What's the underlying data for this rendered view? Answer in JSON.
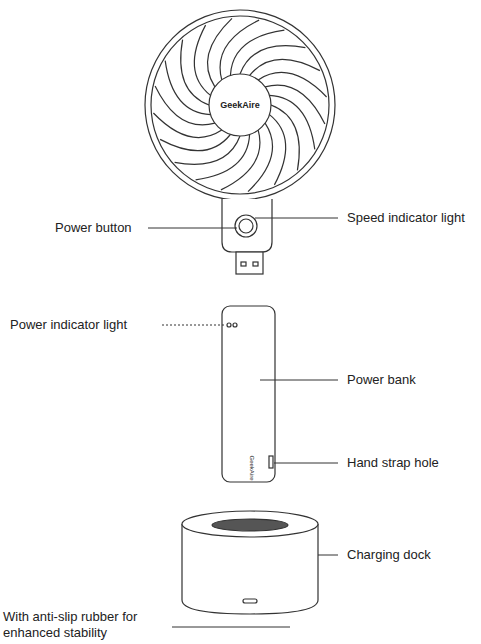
{
  "diagram": {
    "labels": [
      "GeekAire",
      "Power button",
      "Speed indicator light",
      "Power indicator light",
      "Power bank",
      "GeekAire",
      "Hand strap hole",
      "Charging dock",
      "With anti-slip rubber for enhanced stability"
    ]
  }
}
